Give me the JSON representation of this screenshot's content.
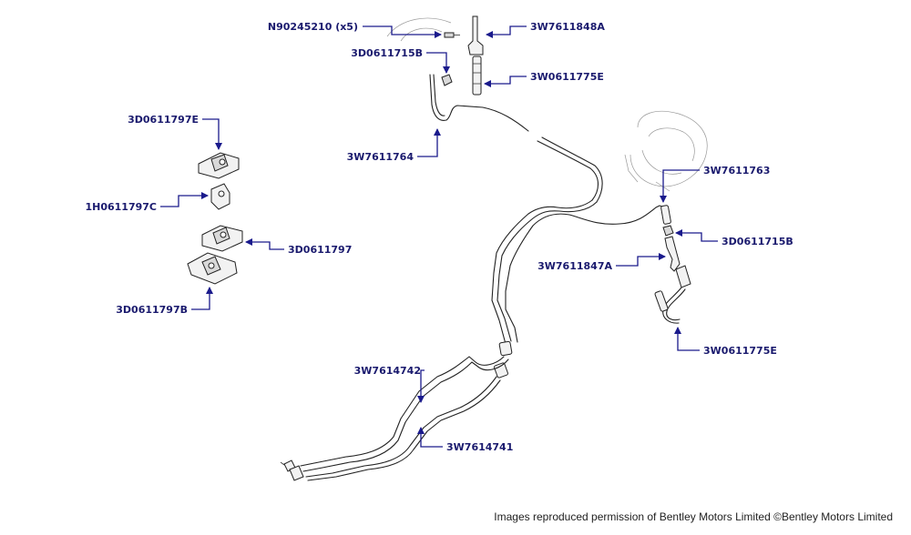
{
  "labels": {
    "n90245210": "N90245210 (x5)",
    "p3w7611848a": "3W7611848A",
    "p3d0611715b_top": "3D0611715B",
    "p3w0611775e_top": "3W0611775E",
    "p3w7611764": "3W7611764",
    "p3d0611797e": "3D0611797E",
    "p1h0611797c": "1H0611797C",
    "p3d0611797": "3D0611797",
    "p3d0611797b": "3D0611797B",
    "p3w7611763": "3W7611763",
    "p3d0611715b_right": "3D0611715B",
    "p3w7611847a": "3W7611847A",
    "p3w0611775e_right": "3W0611775E",
    "p3w7614742": "3W7614742",
    "p3w7614741": "3W7614741"
  },
  "credit": "Images reproduced permission of Bentley Motors Limited ©Bentley Motors Limited",
  "colors": {
    "label": "#1a1a6e",
    "leader": "#1a1a8c",
    "line_art": "#222222"
  }
}
